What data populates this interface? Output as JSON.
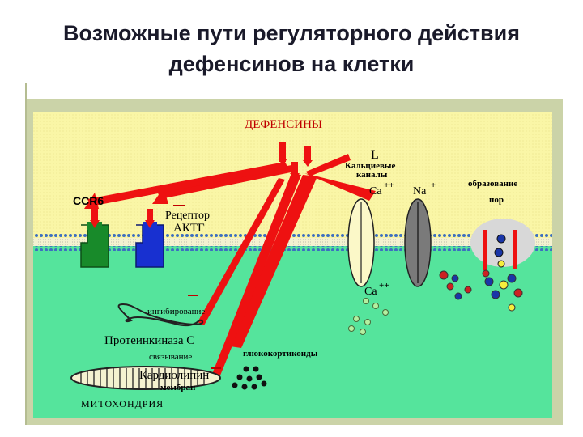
{
  "title": {
    "line1": "Возможные пути регуляторного действия",
    "line2": "дефенсинов на клетки"
  },
  "labels": {
    "defensins": "ДЕФЕНСИНЫ",
    "l": "L",
    "calcium_channels_1": "Кальциевые",
    "calcium_channels_2": "каналы",
    "ca_top": "Ca",
    "ca_top_sup": "++",
    "na": "Na",
    "na_sup": "+",
    "pore_formation_1": "образование",
    "pore_formation_2": "пор",
    "ccr6": "CCR6",
    "receptor_1": "Рецептор",
    "receptor_2": "АКТГ",
    "ca_bottom": "Ca",
    "ca_bottom_sup": "++",
    "inhibition": "ингибирование",
    "protein_kinase": "Протеинкиназа С",
    "binding": "связывание",
    "glucocorticoids": "глюкокортикоиды",
    "cardiolipin": "Кардиолипин",
    "membrane": "мембран",
    "mitochondria": "МИТОХОНДРИЯ"
  },
  "colors": {
    "extracellular": "#faf6a6",
    "cytoplasm": "#55e49c",
    "frame": "#cbd3a8",
    "arrow": "#ee1111",
    "ccr6_receptor": "#188a2a",
    "actg_receptor": "#1830d0",
    "ca_channel": "#fbf8c8",
    "na_channel": "#7a7a7a"
  }
}
